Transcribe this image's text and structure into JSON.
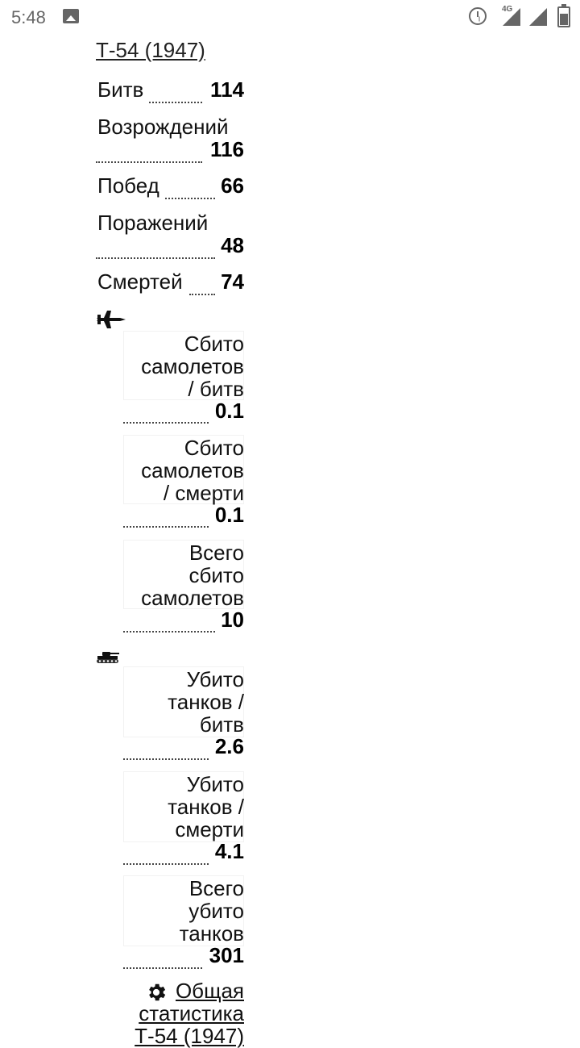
{
  "status_bar": {
    "time": "5:48",
    "network": "4G"
  },
  "vehicle_title": "Т-54 (1947)",
  "basic_stats": [
    {
      "label": "Битв",
      "value": "114"
    },
    {
      "label": "Возрождений",
      "value": "116"
    },
    {
      "label": "Побед",
      "value": "66"
    },
    {
      "label": "Поражений",
      "value": "48"
    },
    {
      "label": "Смертей",
      "value": "74"
    }
  ],
  "air_stats": [
    {
      "label_lines": [
        "Сбито",
        "самолетов",
        "/ битв"
      ],
      "value": "0.1"
    },
    {
      "label_lines": [
        "Сбито",
        "самолетов",
        "/ смерти"
      ],
      "value": "0.1"
    },
    {
      "label_lines": [
        "Всего",
        "сбито",
        "самолетов"
      ],
      "value": "10"
    }
  ],
  "ground_stats": [
    {
      "label_lines": [
        "Убито",
        "танков /",
        "битв"
      ],
      "value": "2.6"
    },
    {
      "label_lines": [
        "Убито",
        "танков /",
        "смерти"
      ],
      "value": "4.1"
    },
    {
      "label_lines": [
        "Всего",
        "убито",
        "танков"
      ],
      "value": "301"
    }
  ],
  "general_link": {
    "lines": [
      "Общая",
      "статистика",
      "Т-54 (1947)"
    ]
  },
  "icons": {
    "air": "airplane-icon",
    "ground": "tank-icon",
    "settings": "gear-icon"
  }
}
